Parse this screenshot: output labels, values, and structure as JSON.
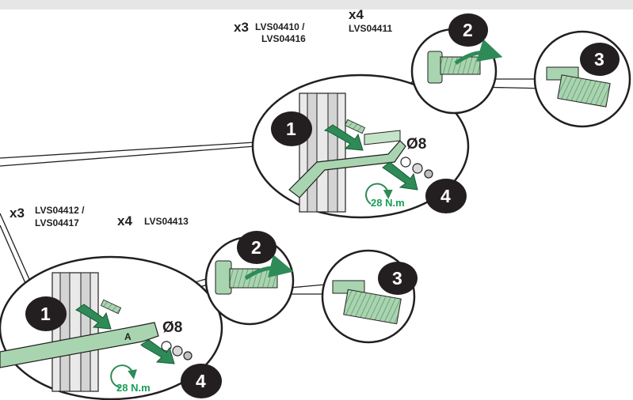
{
  "colors": {
    "accent_green": "#2e8b57",
    "part_green": "#a8d5b0",
    "torque_text": "#16a05a",
    "badge": "#231f20"
  },
  "top": {
    "qty_a": "x3",
    "part_a_line1": "LVS04410 /",
    "part_a_line2": "LVS04416",
    "qty_b": "x4",
    "part_b": "LVS04411",
    "diameter": "Ø8",
    "torque": "28 N.m",
    "steps": [
      "1",
      "2",
      "3",
      "4"
    ]
  },
  "bottom": {
    "qty_a": "x3",
    "part_a_line1": "LVS04412 /",
    "part_a_line2": "LVS04417",
    "qty_b": "x4",
    "part_b": "LVS04413",
    "diameter": "Ø8",
    "bar_marker": "A",
    "torque": "28 N.m",
    "steps": [
      "1",
      "2",
      "3",
      "4"
    ]
  }
}
